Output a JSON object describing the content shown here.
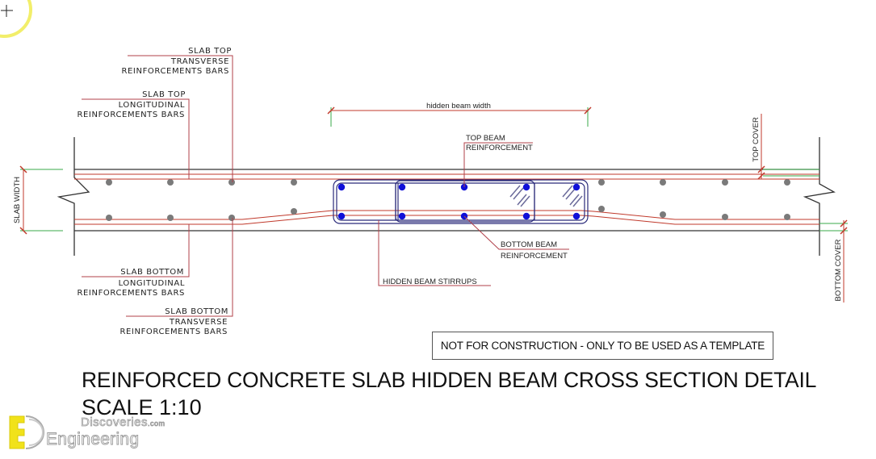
{
  "drawing": {
    "title": "REINFORCED CONCRETE SLAB HIDDEN BEAM CROSS SECTION DETAIL",
    "scale": "SCALE 1:10",
    "disclaimer": "NOT FOR CONSTRUCTION - ONLY TO BE USED AS A TEMPLATE",
    "dimensions": {
      "hidden_beam_width": "hidden beam width",
      "slab_width": "SLAB WIDTH",
      "top_cover": "TOP COVER",
      "bottom_cover": "BOTTOM COVER"
    },
    "labels": {
      "slab_top_transverse": [
        "SLAB TOP",
        "TRANSVERSE",
        "REINFORCEMENTS BARS"
      ],
      "slab_top_longitudinal": [
        "SLAB TOP",
        "LONGITUDINAL",
        "REINFORCEMENTS BARS"
      ],
      "slab_bottom_longitudinal": [
        "SLAB BOTTOM",
        "LONGITUDINAL",
        "REINFORCEMENTS BARS"
      ],
      "slab_bottom_transverse": [
        "SLAB BOTTOM",
        "TRANSVERSE",
        "REINFORCEMENTS BARS"
      ],
      "top_beam_reinforcement": [
        "TOP BEAM",
        "REINFORCEMENT"
      ],
      "bottom_beam_reinforcement": [
        "BOTTOM BEAM",
        "REINFORCEMENT"
      ],
      "hidden_beam_stirrups": "HIDDEN BEAM STIRRUPS"
    },
    "colors": {
      "outline": "#333333",
      "rebar_line": "#c0392b",
      "leader": "#b0404a",
      "dimension_ext": "#3aa84a",
      "slab_bar": "#7a7a7a",
      "beam_bar": "#1010d8",
      "stirrup": "#2a2a7a",
      "cursor_ring": "#f2ee6a"
    }
  },
  "logo": {
    "discoveries": "Discoveries",
    "com": ".com",
    "engineering": "Engineering"
  },
  "cursor": {
    "symbol": "+"
  }
}
